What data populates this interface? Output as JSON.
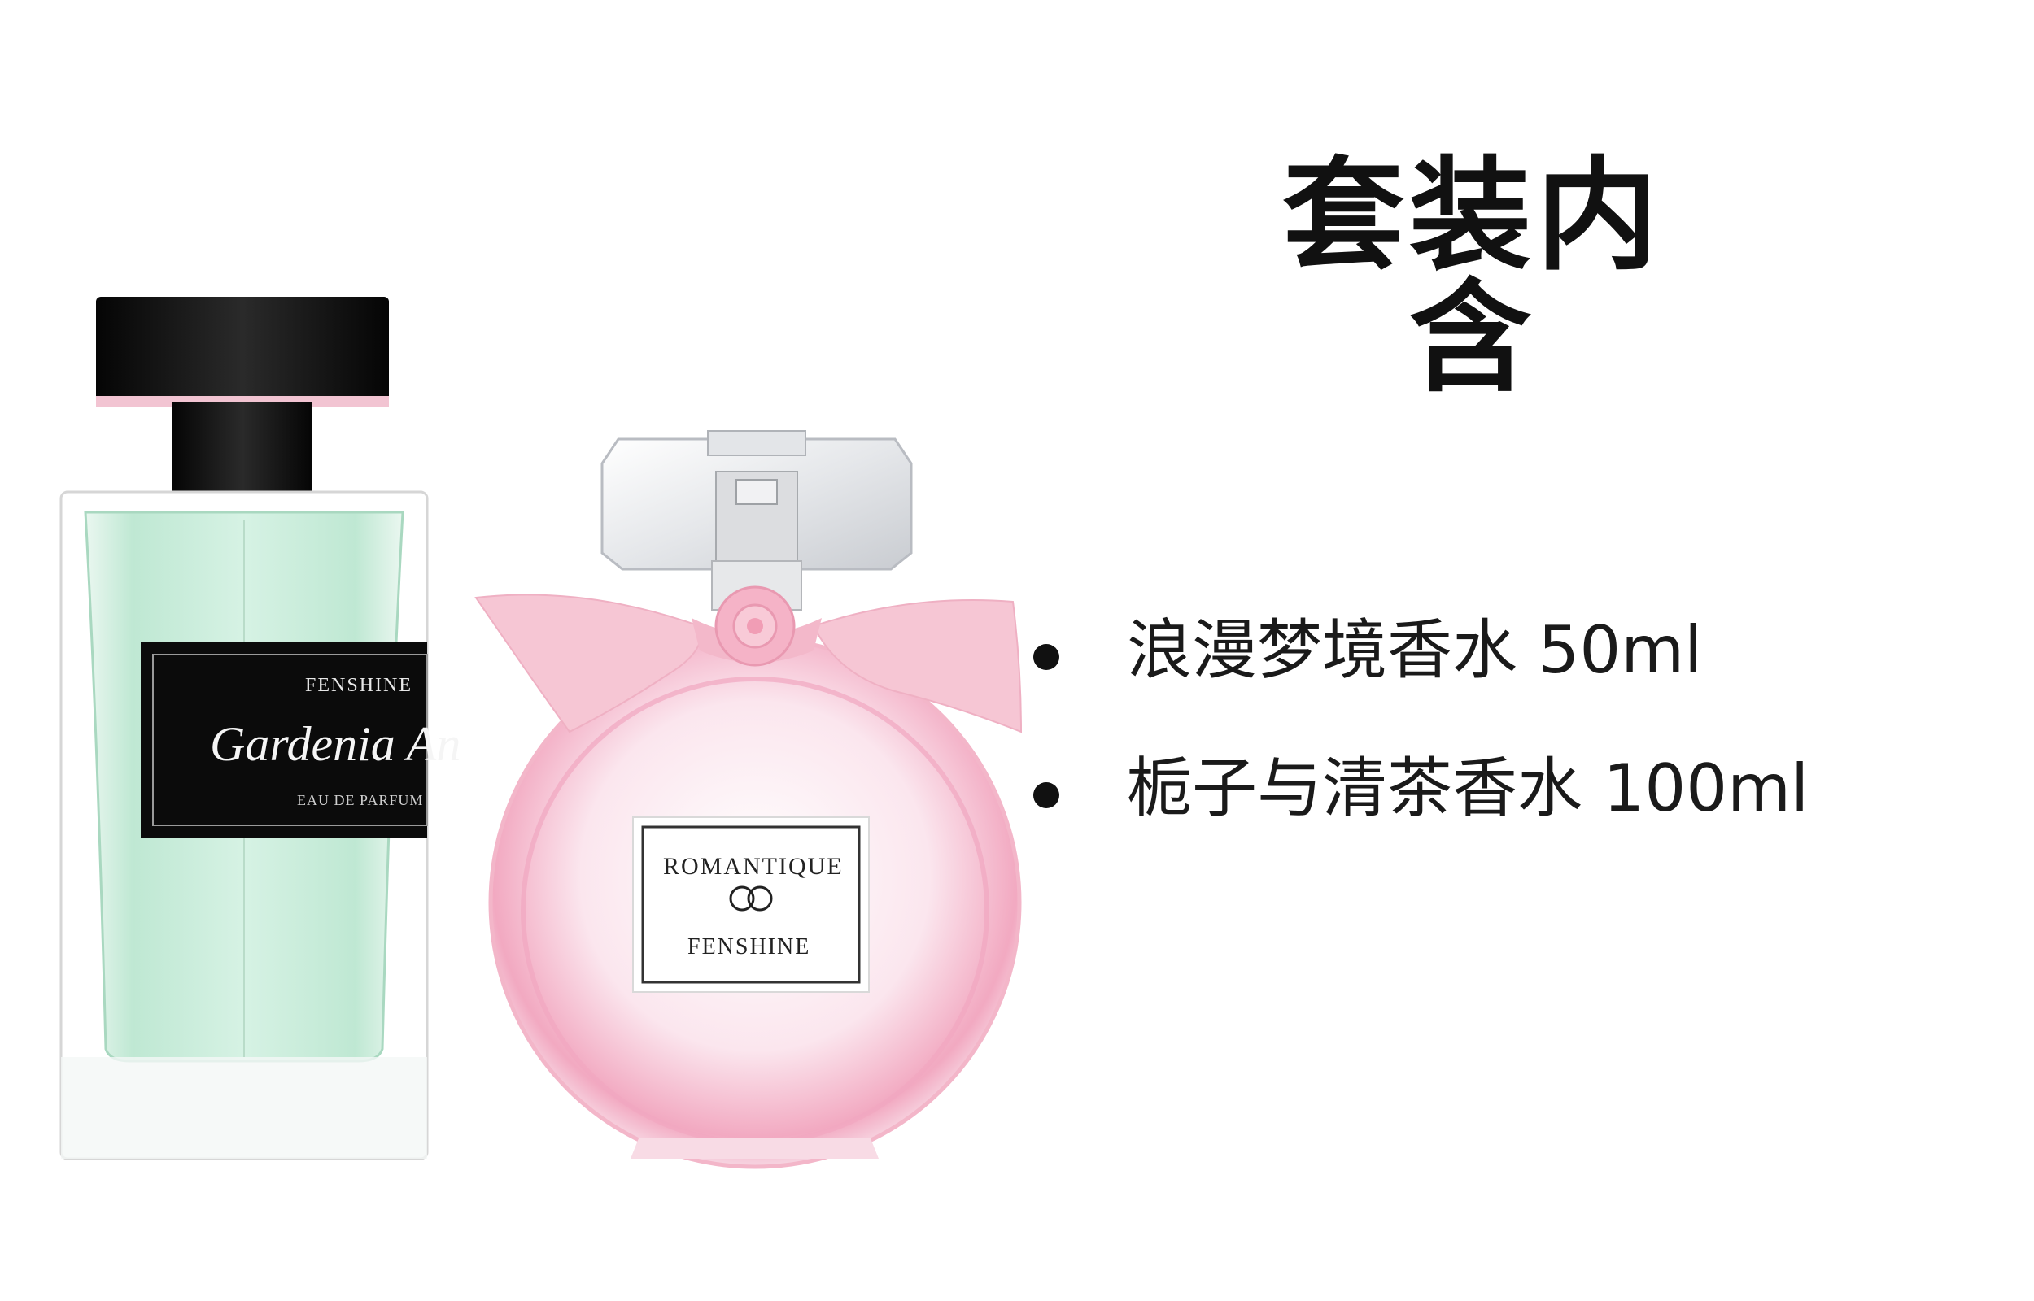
{
  "title": "套装内含",
  "items": [
    {
      "label": "浪漫梦境香水 50ml"
    },
    {
      "label": "栀子与清茶香水 100ml"
    }
  ],
  "bottle_green": {
    "brand": "FENSHINE",
    "name": "Gardenia An",
    "type": "EAU DE PARFUM",
    "color": "#cdeedd",
    "cap_color": "#111111"
  },
  "bottle_pink": {
    "name": "ROMANTIQUE",
    "brand": "FENSHINE",
    "color": "#f7c9d7",
    "ribbon_color": "#f6c6d4"
  }
}
